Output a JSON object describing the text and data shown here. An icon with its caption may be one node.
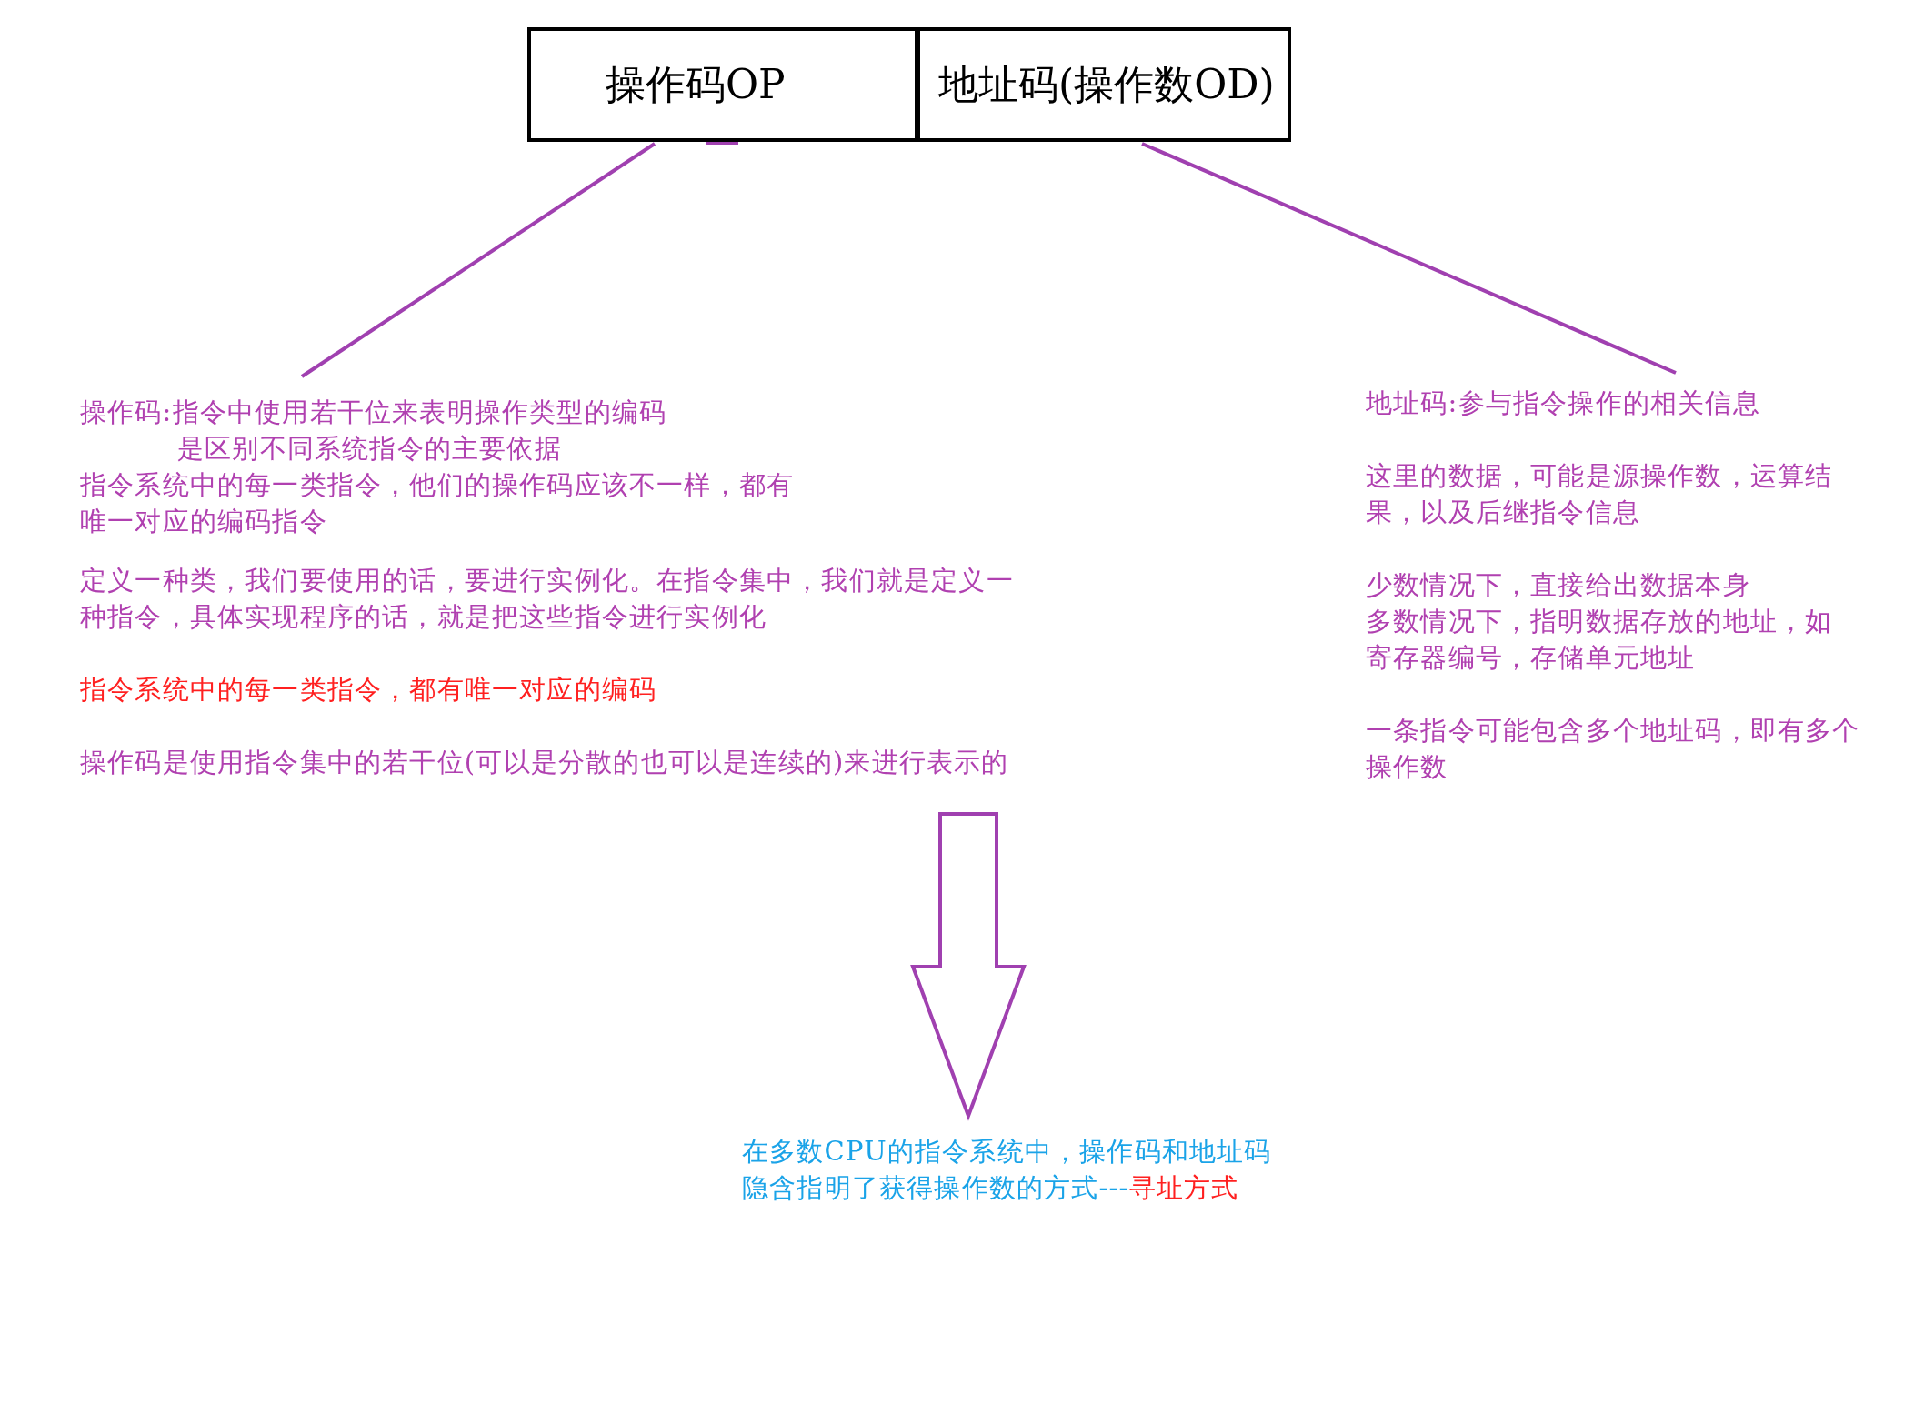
{
  "diagram": {
    "nodes": [
      {
        "text": [
          "操作码OP"
        ]
      },
      {
        "text": [
          "地址码(操作数OD)"
        ]
      },
      {
        "text": [
          "操作码:指令中使用若干位来表明操作类型的编码",
          "是区别不同系统指令的主要依据",
          "指令系统中的每一类指令，他们的操作码应该不一样，都有唯一对应的编码指令",
          "定义一种类，我们要使用的话，要进行实例化。在指令集中，我们就是定义一种指令，具体实现程序的话，就是把这些指令进行实例化",
          "指令系统中的每一类指令，都有唯一对应的编码",
          "操作码是使用指令集中的若干位(可以是分散的也可以是连续的)来进行表示的"
        ]
      },
      {
        "text": [
          "地址码:参与指令操作的相关信息",
          "这里的数据，可能是源操作数，运算结果，以及后继指令信息",
          "少数情况下，直接给出数据本身",
          "多数情况下，指明数据存放的地址，如寄存器编号，存储单元地址",
          "一条指令可能包含多个地址码，即有多个操作数"
        ]
      },
      {
        "text": [
          "在多数CPU的指令系统中，操作码和地址码隐含指明了获得操作数的方式---",
          "寻址方式"
        ]
      }
    ],
    "edges": [
      {
        "from": 0,
        "to": 2,
        "arrow": "none"
      },
      {
        "from": 1,
        "to": 3,
        "arrow": "none"
      },
      {
        "from": 2,
        "to": 4,
        "arrow": "to"
      }
    ]
  }
}
